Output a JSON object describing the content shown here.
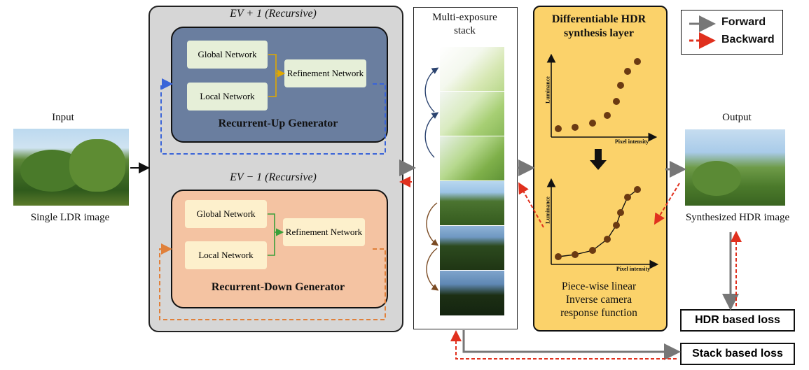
{
  "input": {
    "label": "Input",
    "caption": "Single LDR image"
  },
  "output": {
    "label": "Output",
    "caption": "Synthesized HDR image"
  },
  "up_branch": {
    "title": "EV + 1 (Recursive)",
    "generator": "Recurrent-Up Generator",
    "global": "Global Network",
    "local": "Local Network",
    "refinement": "Refinement Network"
  },
  "down_branch": {
    "title": "EV − 1 (Recursive)",
    "generator": "Recurrent-Down Generator",
    "global": "Global Network",
    "local": "Local Network",
    "refinement": "Refinement Network"
  },
  "stack": {
    "title": "Multi-exposure stack",
    "image_count": 6
  },
  "hdr_layer": {
    "title": "Differentiable HDR synthesis layer",
    "ylabel": "Luminance",
    "xlabel": "Pixel intensity",
    "description": "Piece-wise linear Inverse camera response function"
  },
  "legend": {
    "forward": "Forward",
    "backward": "Backward"
  },
  "losses": {
    "hdr": "HDR based loss",
    "stack": "Stack based loss"
  },
  "colors": {
    "forward_arrow": "#777777",
    "backward_arrow": "#e0301e",
    "up_generator": "#6a7e9f",
    "down_generator": "#f4c3a2",
    "hdr_layer": "#fbd26a",
    "up_loop": "#3a64d8",
    "down_loop": "#e0803a",
    "plot_points": "#6b3a12"
  }
}
